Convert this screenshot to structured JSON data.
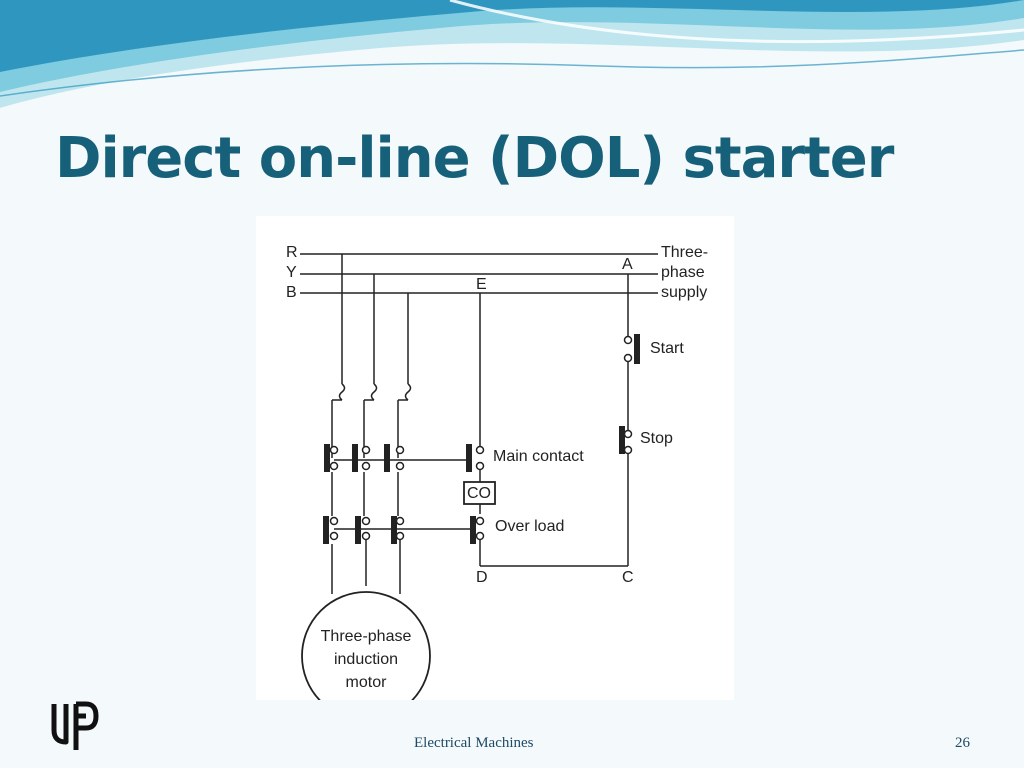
{
  "slide": {
    "title": "Direct on-line (DOL) starter",
    "footer": "Electrical Machines",
    "page_number": "26"
  },
  "colors": {
    "title": "#17607a",
    "wave_light": "#bfe6ef",
    "wave_mid": "#7fcbe0",
    "wave_dark": "#2f97bf"
  },
  "diagram": {
    "lines": {
      "r": "R",
      "y": "Y",
      "b": "B"
    },
    "supply": {
      "line1": "Three-",
      "line2": "phase",
      "line3": "supply"
    },
    "nodes": {
      "a": "A",
      "e": "E",
      "c": "C",
      "d": "D"
    },
    "start": "Start",
    "stop": "Stop",
    "main_contact": "Main contact",
    "coil": "CO",
    "over_load": "Over load",
    "motor": {
      "line1": "Three-phase",
      "line2": "induction",
      "line3": "motor"
    }
  }
}
